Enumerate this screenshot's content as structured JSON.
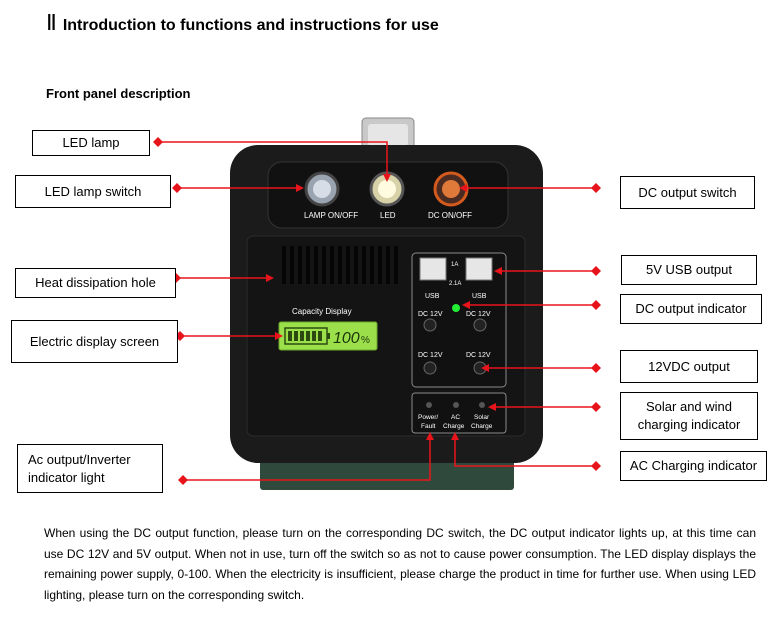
{
  "heading": {
    "numeral": "Ⅱ",
    "title": "Introduction to functions and instructions for use"
  },
  "subheading": "Front panel description",
  "callouts": {
    "led_lamp": "LED lamp",
    "led_lamp_switch": "LED lamp switch",
    "heat_dissipation_hole": "Heat dissipation hole",
    "electric_display_screen": "Electric display screen",
    "ac_output_indicator": "Ac output/Inverter indicator light",
    "dc_output_switch": "DC output switch",
    "usb_output": "5V USB output",
    "dc_output_indicator": "DC output indicator",
    "dc12_output": "12VDC output",
    "solar_wind_indicator": "Solar and wind charging indicator",
    "ac_charging_indicator": "AC Charging indicator"
  },
  "device": {
    "lamp_switch_label": "LAMP  ON/OFF",
    "led_label": "LED",
    "dc_switch_label": "DC  ON/OFF",
    "capacity_display_label": "Capacity   Display",
    "display_value": "100",
    "display_unit": "%",
    "usb_amp_1": "1A",
    "usb_amp_2": "2.1A",
    "usb_label": "USB",
    "dc12v_label": "DC 12V",
    "power_fault_label_1": "Power/",
    "power_fault_label_2": "Fault",
    "ac_charge_label_1": "AC",
    "ac_charge_label_2": "Charge",
    "solar_charge_label_1": "Solar",
    "solar_charge_label_2": "Charge"
  },
  "paragraph": "When using the DC output function, please turn on the corresponding DC switch, the DC output indicator lights up, at this time can use DC 12V and 5V output. When not in use, turn off the switch so as not to cause power consumption. The LED display displays the remaining power supply, 0-100. When the electricity is insufficient, please charge the product in time for further use. When using LED lighting, please turn on the corresponding switch.",
  "colors": {
    "callout_line": "#e8141b",
    "device_body": "#1a1a1a",
    "lcd_green": "#9be04a",
    "indicator_green": "#22ee33"
  }
}
